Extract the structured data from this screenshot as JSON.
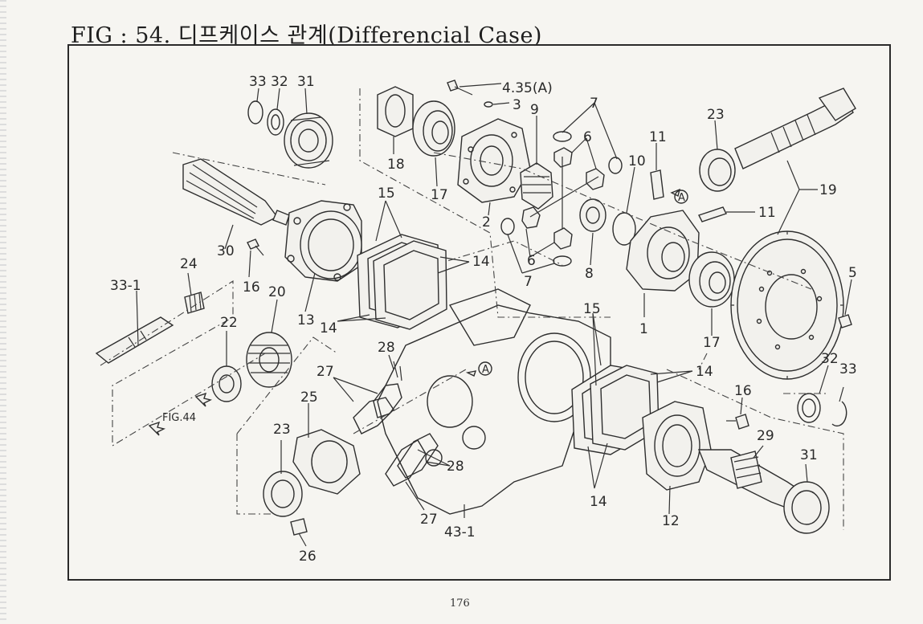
{
  "title": "FIG : 54. 디프케이스 관계(Differencial Case)",
  "page_number": "176",
  "callouts": {
    "c1": "1",
    "c2": "2",
    "c3": "3",
    "c4_35a": "4.35(A)",
    "c5": "5",
    "c6a": "6",
    "c6b": "6",
    "c7a": "7",
    "c7b": "7",
    "c8": "8",
    "c9": "9",
    "c10": "10",
    "c11a": "11",
    "c11b": "11",
    "c12": "12",
    "c13": "13",
    "c14a": "14",
    "c14b": "14",
    "c14c": "14",
    "c14d": "14",
    "c15a": "15",
    "c15b": "15",
    "c16a": "16",
    "c16b": "16",
    "c17a": "17",
    "c17b": "17",
    "c18": "18",
    "c19": "19",
    "c20": "20",
    "c22": "22",
    "c23a": "23",
    "c23b": "23",
    "c24": "24",
    "c25": "25",
    "c26": "26",
    "c27a": "27",
    "c27b": "27",
    "c28a": "28",
    "c28b": "28",
    "c29": "29",
    "c30": "30",
    "c31a": "31",
    "c31b": "31",
    "c32a": "32",
    "c32b": "32",
    "c33a": "33",
    "c33b": "33",
    "c33_1": "33-1",
    "c43_1": "43-1",
    "fig44": "FIG.44",
    "markA1": "A",
    "markA2": "A"
  }
}
